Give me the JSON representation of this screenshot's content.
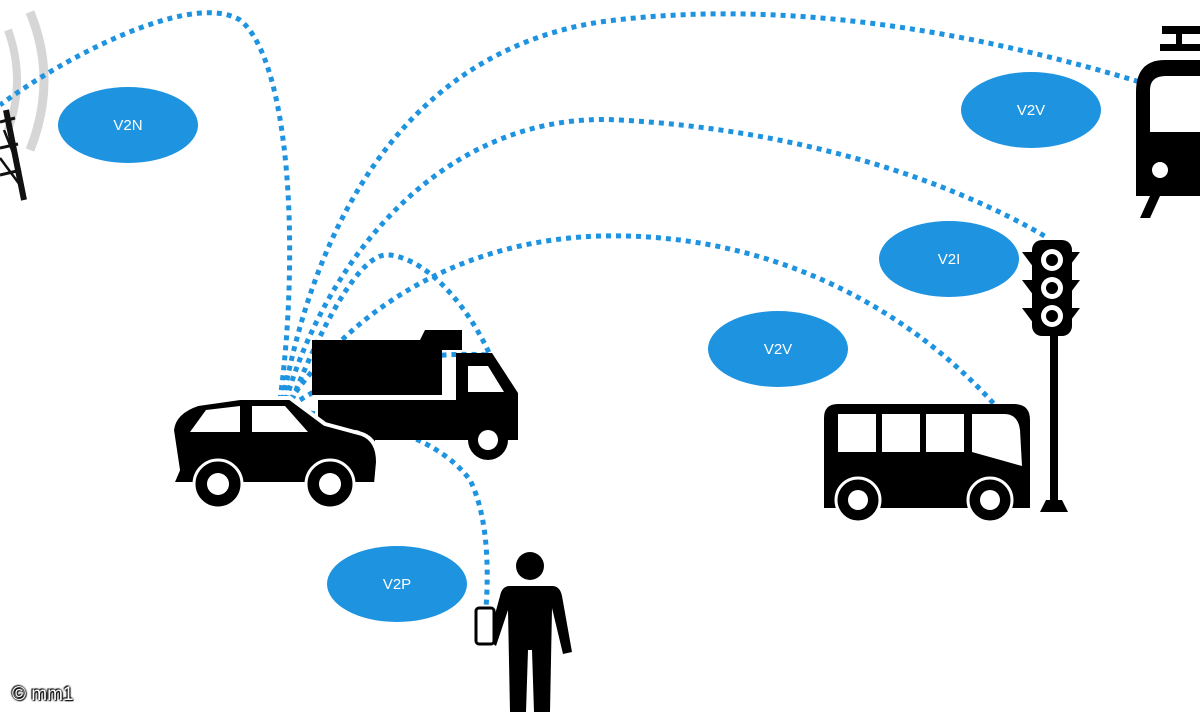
{
  "labels": {
    "v2n": "V2N",
    "v2v_train": "V2V",
    "v2i": "V2I",
    "v2v_bus": "V2V",
    "v2p": "V2P"
  },
  "colors": {
    "accent": "#1e93e0",
    "icon": "#000000",
    "background": "#ffffff"
  },
  "icons": [
    "cell-tower-icon",
    "train-icon",
    "traffic-light-icon",
    "bus-icon",
    "truck-icon",
    "car-icon",
    "pedestrian-icon",
    "smartphone-icon"
  ],
  "copyright": "© mm1"
}
